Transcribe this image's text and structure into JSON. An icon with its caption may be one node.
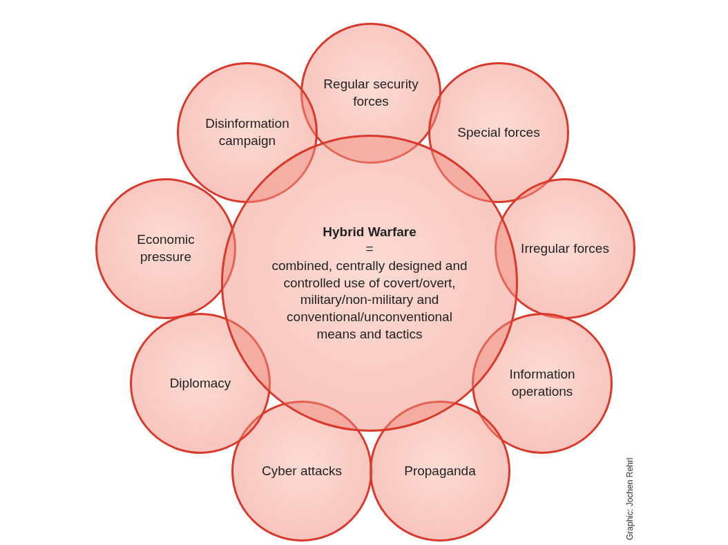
{
  "diagram": {
    "nodes": [
      {
        "text": [
          "Hybrid Warfare",
          "=",
          "combined, centrally designed and controlled use of covert/overt, military/non-military and conventional/unconventional means and tactics"
        ]
      },
      {
        "text": [
          "Regular security forces"
        ]
      },
      {
        "text": [
          "Special forces"
        ]
      },
      {
        "text": [
          "Irregular forces"
        ]
      },
      {
        "text": [
          "Information operations"
        ]
      },
      {
        "text": [
          "Propaganda"
        ]
      },
      {
        "text": [
          "Cyber attacks"
        ]
      },
      {
        "text": [
          "Diplomacy"
        ]
      },
      {
        "text": [
          "Economic pressure"
        ]
      },
      {
        "text": [
          "Disinformation campaign"
        ]
      }
    ],
    "labels": [
      "Graphic: Jochen Rehrl"
    ]
  }
}
